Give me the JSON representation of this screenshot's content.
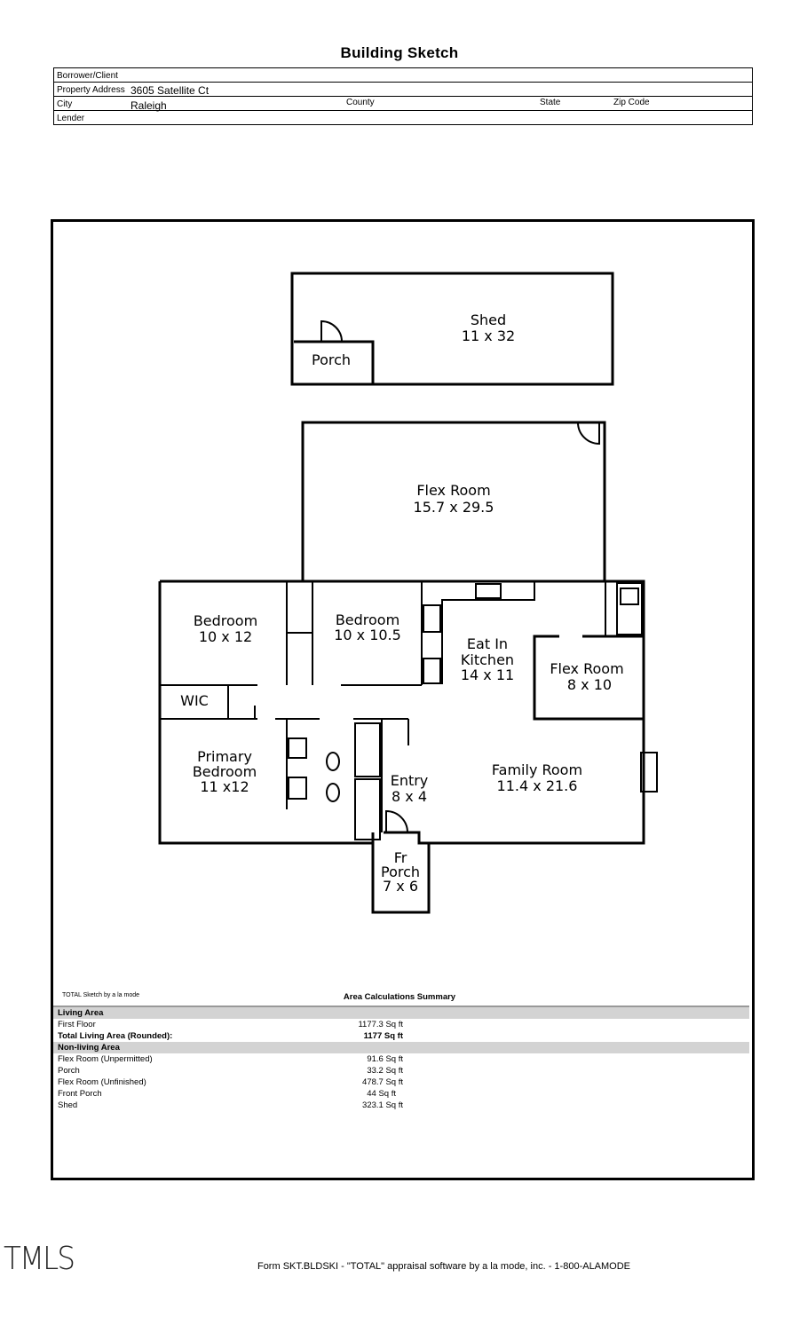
{
  "header": {
    "title": "Building Sketch",
    "borrower_label": "Borrower/Client",
    "address_label": "Property Address",
    "address_value": "3605 Satellite Ct",
    "city_label": "City",
    "city_value": "Raleigh",
    "county_label": "County",
    "state_label": "State",
    "zip_label": "Zip Code",
    "lender_label": "Lender"
  },
  "sketch": {
    "rooms": {
      "shed_name": "Shed",
      "shed_dim": "11 x 32",
      "porch": "Porch",
      "flex_name": "Flex Room",
      "flex_dim": "15.7 x 29.5",
      "bed1_name": "Bedroom",
      "bed1_dim": "10 x 12",
      "bed2_name": "Bedroom",
      "bed2_dim": "10 x 10.5",
      "kitchen_1": "Eat In",
      "kitchen_2": "Kitchen",
      "kitchen_dim": "14 x 11",
      "flex2_name": "Flex Room",
      "flex2_dim": "8 x 10",
      "wic": "WIC",
      "primary_1": "Primary",
      "primary_2": "Bedroom",
      "primary_dim": "11 x12",
      "entry_name": "Entry",
      "entry_dim": "8 x 4",
      "family_name": "Family Room",
      "family_dim": "11.4 x 21.6",
      "frporch_1": "Fr",
      "frporch_2": "Porch",
      "frporch_dim": "7 x 6"
    }
  },
  "area": {
    "credit": "TOTAL Sketch by a la mode",
    "title": "Area Calculations Summary",
    "living_header": "Living Area",
    "first_floor_label": "First Floor",
    "first_floor_value": "1177.3 Sq ft",
    "total_label": "Total Living Area (Rounded):",
    "total_value": "1177 Sq ft",
    "nonliving_header": "Non-living Area",
    "nonliving": [
      {
        "label": "Flex Room (Unpermitted)",
        "value": "91.6 Sq ft"
      },
      {
        "label": "Porch",
        "value": "33.2 Sq ft"
      },
      {
        "label": "Flex Room (Unfinished)",
        "value": "478.7 Sq ft"
      },
      {
        "label": "Front Porch",
        "value": "44 Sq ft"
      },
      {
        "label": "Shed",
        "value": "323.1 Sq ft"
      }
    ]
  },
  "footer": {
    "logo": "TMLS",
    "form_text": "Form SKT.BLDSKI - \"TOTAL\" appraisal software by a la mode, inc. - 1-800-ALAMODE"
  }
}
